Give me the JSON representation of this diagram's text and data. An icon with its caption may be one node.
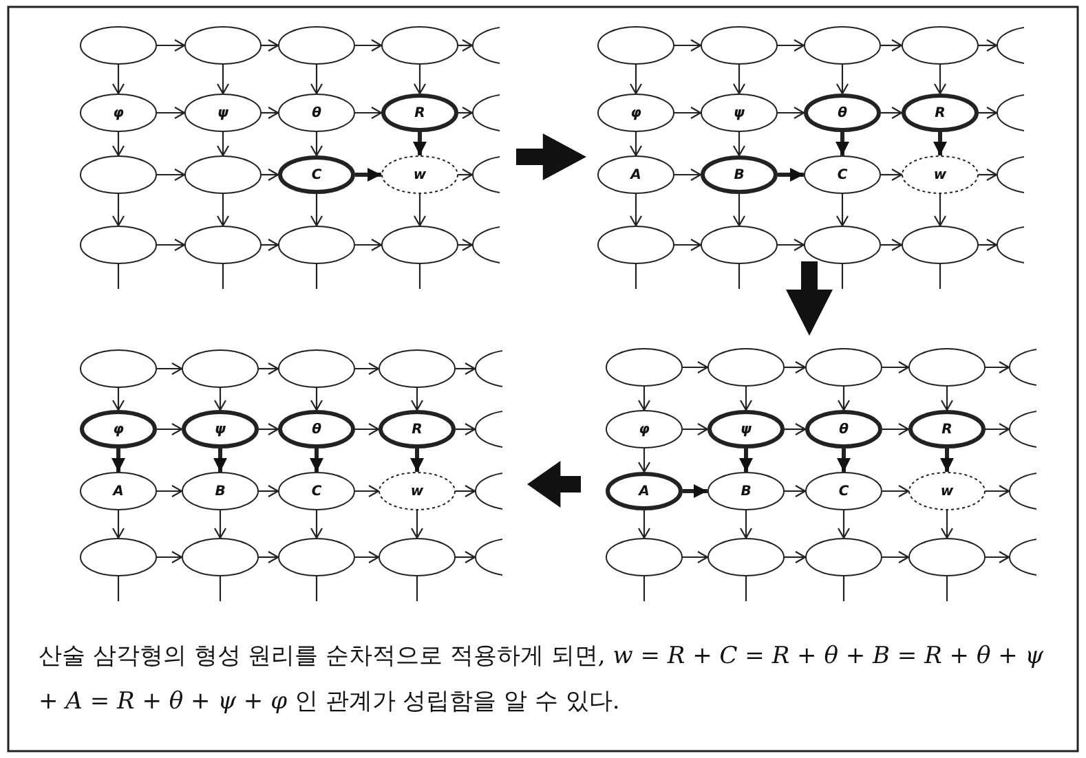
{
  "diagram": {
    "caption": "산술 삼각형의 형성 원리를 순차적으로 적용하게 되면, *w* = *R* + *C* = *R* + *θ* + *B* = *R* + *θ* + *ψ* + *A* = *R* + *θ* + *ψ* + *φ* 인 관계가 성립함을 알 수 있다.",
    "nodes": [
      {
        "text": [],
        "shape": "ellipse"
      },
      {
        "text": [],
        "shape": "ellipse"
      },
      {
        "text": [],
        "shape": "ellipse"
      },
      {
        "text": [],
        "shape": "ellipse"
      },
      {
        "text": [],
        "shape": "ellipse"
      },
      {
        "text": [
          "φ"
        ]
      },
      {
        "text": [
          "ψ"
        ]
      },
      {
        "text": [
          "θ"
        ]
      },
      {
        "text": [
          "R"
        ]
      },
      {
        "text": [],
        "shape": "ellipse"
      },
      {
        "text": [],
        "shape": "ellipse"
      },
      {
        "text": [],
        "shape": "ellipse"
      },
      {
        "text": [
          "C"
        ]
      },
      {
        "text": [
          "w"
        ]
      },
      {
        "text": [],
        "shape": "ellipse"
      },
      {
        "text": [],
        "shape": "ellipse"
      },
      {
        "text": [],
        "shape": "ellipse"
      },
      {
        "text": [],
        "shape": "ellipse"
      },
      {
        "text": [],
        "shape": "ellipse"
      },
      {
        "text": [],
        "shape": "ellipse"
      },
      {
        "text": [],
        "shape": "ellipse"
      },
      {
        "text": [],
        "shape": "ellipse"
      },
      {
        "text": [],
        "shape": "ellipse"
      },
      {
        "text": [],
        "shape": "ellipse"
      },
      {
        "text": [],
        "shape": "ellipse"
      },
      {
        "text": [
          "φ"
        ]
      },
      {
        "text": [
          "ψ"
        ]
      },
      {
        "text": [
          "θ"
        ]
      },
      {
        "text": [
          "R"
        ]
      },
      {
        "text": [],
        "shape": "ellipse"
      },
      {
        "text": [
          "A"
        ]
      },
      {
        "text": [
          "B"
        ]
      },
      {
        "text": [
          "C"
        ]
      },
      {
        "text": [
          "w"
        ]
      },
      {
        "text": [],
        "shape": "ellipse"
      },
      {
        "text": [],
        "shape": "ellipse"
      },
      {
        "text": [],
        "shape": "ellipse"
      },
      {
        "text": [],
        "shape": "ellipse"
      },
      {
        "text": [],
        "shape": "ellipse"
      },
      {
        "text": [],
        "shape": "ellipse"
      },
      {
        "text": [],
        "shape": "ellipse"
      },
      {
        "text": [],
        "shape": "ellipse"
      },
      {
        "text": [],
        "shape": "ellipse"
      },
      {
        "text": [],
        "shape": "ellipse"
      },
      {
        "text": [],
        "shape": "ellipse"
      },
      {
        "text": [
          "φ"
        ]
      },
      {
        "text": [
          "ψ"
        ]
      },
      {
        "text": [
          "θ"
        ]
      },
      {
        "text": [
          "R"
        ]
      },
      {
        "text": [],
        "shape": "ellipse"
      },
      {
        "text": [
          "A"
        ]
      },
      {
        "text": [
          "B"
        ]
      },
      {
        "text": [
          "C"
        ]
      },
      {
        "text": [
          "w"
        ]
      },
      {
        "text": [],
        "shape": "ellipse"
      },
      {
        "text": [],
        "shape": "ellipse"
      },
      {
        "text": [],
        "shape": "ellipse"
      },
      {
        "text": [],
        "shape": "ellipse"
      },
      {
        "text": [],
        "shape": "ellipse"
      },
      {
        "text": [],
        "shape": "ellipse"
      },
      {
        "text": [],
        "shape": "ellipse"
      },
      {
        "text": [],
        "shape": "ellipse"
      },
      {
        "text": [],
        "shape": "ellipse"
      },
      {
        "text": [],
        "shape": "ellipse"
      },
      {
        "text": [],
        "shape": "ellipse"
      },
      {
        "text": [
          "φ"
        ]
      },
      {
        "text": [
          "ψ"
        ]
      },
      {
        "text": [
          "θ"
        ]
      },
      {
        "text": [
          "R"
        ]
      },
      {
        "text": [],
        "shape": "ellipse"
      },
      {
        "text": [
          "A"
        ]
      },
      {
        "text": [
          "B"
        ]
      },
      {
        "text": [
          "C"
        ]
      },
      {
        "text": [
          "w"
        ]
      },
      {
        "text": [],
        "shape": "ellipse"
      },
      {
        "text": [],
        "shape": "ellipse"
      },
      {
        "text": [],
        "shape": "ellipse"
      },
      {
        "text": [],
        "shape": "ellipse"
      },
      {
        "text": [],
        "shape": "ellipse"
      },
      {
        "text": [],
        "shape": "ellipse"
      }
    ],
    "edges": [
      {
        "from": 0,
        "to": 1,
        "arrow": "to"
      },
      {
        "from": 1,
        "to": 2,
        "arrow": "to"
      },
      {
        "from": 2,
        "to": 3,
        "arrow": "to"
      },
      {
        "from": 3,
        "to": 4,
        "arrow": "to"
      },
      {
        "from": 5,
        "to": 6,
        "arrow": "to"
      },
      {
        "from": 6,
        "to": 7,
        "arrow": "to"
      },
      {
        "from": 7,
        "to": 8,
        "arrow": "to"
      },
      {
        "from": 8,
        "to": 9,
        "arrow": "to"
      },
      {
        "from": 10,
        "to": 11,
        "arrow": "to"
      },
      {
        "from": 11,
        "to": 12,
        "arrow": "to"
      },
      {
        "from": 12,
        "to": 13,
        "arrow": "to",
        "style": "thick"
      },
      {
        "from": 13,
        "to": 14,
        "arrow": "to"
      },
      {
        "from": 15,
        "to": 16,
        "arrow": "to"
      },
      {
        "from": 16,
        "to": 17,
        "arrow": "to"
      },
      {
        "from": 17,
        "to": 18,
        "arrow": "to"
      },
      {
        "from": 18,
        "to": 19,
        "arrow": "to"
      },
      {
        "from": 0,
        "to": 5,
        "arrow": "to"
      },
      {
        "from": 5,
        "to": 10,
        "arrow": "to"
      },
      {
        "from": 10,
        "to": 15,
        "arrow": "to"
      },
      {
        "from": 1,
        "to": 6,
        "arrow": "to"
      },
      {
        "from": 6,
        "to": 11,
        "arrow": "to"
      },
      {
        "from": 11,
        "to": 16,
        "arrow": "to"
      },
      {
        "from": 2,
        "to": 7,
        "arrow": "to"
      },
      {
        "from": 7,
        "to": 12,
        "arrow": "to"
      },
      {
        "from": 12,
        "to": 17,
        "arrow": "to"
      },
      {
        "from": 3,
        "to": 8,
        "arrow": "to"
      },
      {
        "from": 8,
        "to": 13,
        "arrow": "to",
        "style": "thick"
      },
      {
        "from": 13,
        "to": 18,
        "arrow": "to"
      },
      {
        "from": 15,
        "to": null,
        "arrow": "none"
      },
      {
        "from": 16,
        "to": null,
        "arrow": "none"
      },
      {
        "from": 17,
        "to": null,
        "arrow": "none"
      },
      {
        "from": 18,
        "to": null,
        "arrow": "none"
      },
      {
        "from": 20,
        "to": 21,
        "arrow": "to"
      },
      {
        "from": 21,
        "to": 22,
        "arrow": "to"
      },
      {
        "from": 22,
        "to": 23,
        "arrow": "to"
      },
      {
        "from": 23,
        "to": 24,
        "arrow": "to"
      },
      {
        "from": 25,
        "to": 26,
        "arrow": "to"
      },
      {
        "from": 26,
        "to": 27,
        "arrow": "to"
      },
      {
        "from": 27,
        "to": 28,
        "arrow": "to"
      },
      {
        "from": 28,
        "to": 29,
        "arrow": "to"
      },
      {
        "from": 30,
        "to": 31,
        "arrow": "to"
      },
      {
        "from": 31,
        "to": 32,
        "arrow": "to",
        "style": "thick"
      },
      {
        "from": 32,
        "to": 33,
        "arrow": "to"
      },
      {
        "from": 33,
        "to": 34,
        "arrow": "to"
      },
      {
        "from": 35,
        "to": 36,
        "arrow": "to"
      },
      {
        "from": 36,
        "to": 37,
        "arrow": "to"
      },
      {
        "from": 37,
        "to": 38,
        "arrow": "to"
      },
      {
        "from": 38,
        "to": 39,
        "arrow": "to"
      },
      {
        "from": 20,
        "to": 25,
        "arrow": "to"
      },
      {
        "from": 25,
        "to": 30,
        "arrow": "to"
      },
      {
        "from": 30,
        "to": 35,
        "arrow": "to"
      },
      {
        "from": 21,
        "to": 26,
        "arrow": "to"
      },
      {
        "from": 26,
        "to": 31,
        "arrow": "to"
      },
      {
        "from": 31,
        "to": 36,
        "arrow": "to"
      },
      {
        "from": 22,
        "to": 27,
        "arrow": "to"
      },
      {
        "from": 27,
        "to": 32,
        "arrow": "to",
        "style": "thick"
      },
      {
        "from": 32,
        "to": 37,
        "arrow": "to"
      },
      {
        "from": 23,
        "to": 28,
        "arrow": "to"
      },
      {
        "from": 28,
        "to": 33,
        "arrow": "to",
        "style": "thick"
      },
      {
        "from": 33,
        "to": 38,
        "arrow": "to"
      },
      {
        "from": 35,
        "to": null,
        "arrow": "none"
      },
      {
        "from": 36,
        "to": null,
        "arrow": "none"
      },
      {
        "from": 37,
        "to": null,
        "arrow": "none"
      },
      {
        "from": 38,
        "to": null,
        "arrow": "none"
      },
      {
        "from": 40,
        "to": 41,
        "arrow": "to"
      },
      {
        "from": 41,
        "to": 42,
        "arrow": "to"
      },
      {
        "from": 42,
        "to": 43,
        "arrow": "to"
      },
      {
        "from": 43,
        "to": 44,
        "arrow": "to"
      },
      {
        "from": 45,
        "to": 46,
        "arrow": "to"
      },
      {
        "from": 46,
        "to": 47,
        "arrow": "to"
      },
      {
        "from": 47,
        "to": 48,
        "arrow": "to"
      },
      {
        "from": 48,
        "to": 49,
        "arrow": "to"
      },
      {
        "from": 50,
        "to": 51,
        "arrow": "to"
      },
      {
        "from": 51,
        "to": 52,
        "arrow": "to"
      },
      {
        "from": 52,
        "to": 53,
        "arrow": "to"
      },
      {
        "from": 53,
        "to": 54,
        "arrow": "to"
      },
      {
        "from": 55,
        "to": 56,
        "arrow": "to"
      },
      {
        "from": 56,
        "to": 57,
        "arrow": "to"
      },
      {
        "from": 57,
        "to": 58,
        "arrow": "to"
      },
      {
        "from": 58,
        "to": 59,
        "arrow": "to"
      },
      {
        "from": 40,
        "to": 45,
        "arrow": "to"
      },
      {
        "from": 45,
        "to": 50,
        "arrow": "to",
        "style": "thick"
      },
      {
        "from": 50,
        "to": 55,
        "arrow": "to"
      },
      {
        "from": 41,
        "to": 46,
        "arrow": "to"
      },
      {
        "from": 46,
        "to": 51,
        "arrow": "to",
        "style": "thick"
      },
      {
        "from": 51,
        "to": 56,
        "arrow": "to"
      },
      {
        "from": 42,
        "to": 47,
        "arrow": "to"
      },
      {
        "from": 47,
        "to": 52,
        "arrow": "to",
        "style": "thick"
      },
      {
        "from": 52,
        "to": 57,
        "arrow": "to"
      },
      {
        "from": 43,
        "to": 48,
        "arrow": "to"
      },
      {
        "from": 48,
        "to": 53,
        "arrow": "to",
        "style": "thick"
      },
      {
        "from": 53,
        "to": 58,
        "arrow": "to"
      },
      {
        "from": 55,
        "to": null,
        "arrow": "none"
      },
      {
        "from": 56,
        "to": null,
        "arrow": "none"
      },
      {
        "from": 57,
        "to": null,
        "arrow": "none"
      },
      {
        "from": 58,
        "to": null,
        "arrow": "none"
      },
      {
        "from": 60,
        "to": 61,
        "arrow": "to"
      },
      {
        "from": 61,
        "to": 62,
        "arrow": "to"
      },
      {
        "from": 62,
        "to": 63,
        "arrow": "to"
      },
      {
        "from": 63,
        "to": 64,
        "arrow": "to"
      },
      {
        "from": 65,
        "to": 66,
        "arrow": "to"
      },
      {
        "from": 66,
        "to": 67,
        "arrow": "to"
      },
      {
        "from": 67,
        "to": 68,
        "arrow": "to"
      },
      {
        "from": 68,
        "to": 69,
        "arrow": "to"
      },
      {
        "from": 70,
        "to": 71,
        "arrow": "to",
        "style": "thick"
      },
      {
        "from": 71,
        "to": 72,
        "arrow": "to"
      },
      {
        "from": 72,
        "to": 73,
        "arrow": "to"
      },
      {
        "from": 73,
        "to": 74,
        "arrow": "to"
      },
      {
        "from": 75,
        "to": 76,
        "arrow": "to"
      },
      {
        "from": 76,
        "to": 77,
        "arrow": "to"
      },
      {
        "from": 77,
        "to": 78,
        "arrow": "to"
      },
      {
        "from": 78,
        "to": 79,
        "arrow": "to"
      },
      {
        "from": 60,
        "to": 65,
        "arrow": "to"
      },
      {
        "from": 65,
        "to": 70,
        "arrow": "to"
      },
      {
        "from": 70,
        "to": 75,
        "arrow": "to"
      },
      {
        "from": 61,
        "to": 66,
        "arrow": "to"
      },
      {
        "from": 66,
        "to": 71,
        "arrow": "to",
        "style": "thick"
      },
      {
        "from": 71,
        "to": 76,
        "arrow": "to"
      },
      {
        "from": 62,
        "to": 67,
        "arrow": "to"
      },
      {
        "from": 67,
        "to": 72,
        "arrow": "to",
        "style": "thick"
      },
      {
        "from": 72,
        "to": 77,
        "arrow": "to"
      },
      {
        "from": 63,
        "to": 68,
        "arrow": "to"
      },
      {
        "from": 68,
        "to": 73,
        "arrow": "to",
        "style": "thick"
      },
      {
        "from": 73,
        "to": 78,
        "arrow": "to"
      },
      {
        "from": 75,
        "to": null,
        "arrow": "none"
      },
      {
        "from": 76,
        "to": null,
        "arrow": "none"
      },
      {
        "from": 77,
        "to": null,
        "arrow": "none"
      },
      {
        "from": 78,
        "to": null,
        "arrow": "none"
      },
      {
        "from": 14,
        "to": 30,
        "arrow": "to",
        "style": "thick"
      },
      {
        "from": 37,
        "to": 62,
        "arrow": "to",
        "style": "thick"
      },
      {
        "from": 70,
        "to": 54,
        "arrow": "to",
        "style": "thick"
      }
    ]
  }
}
